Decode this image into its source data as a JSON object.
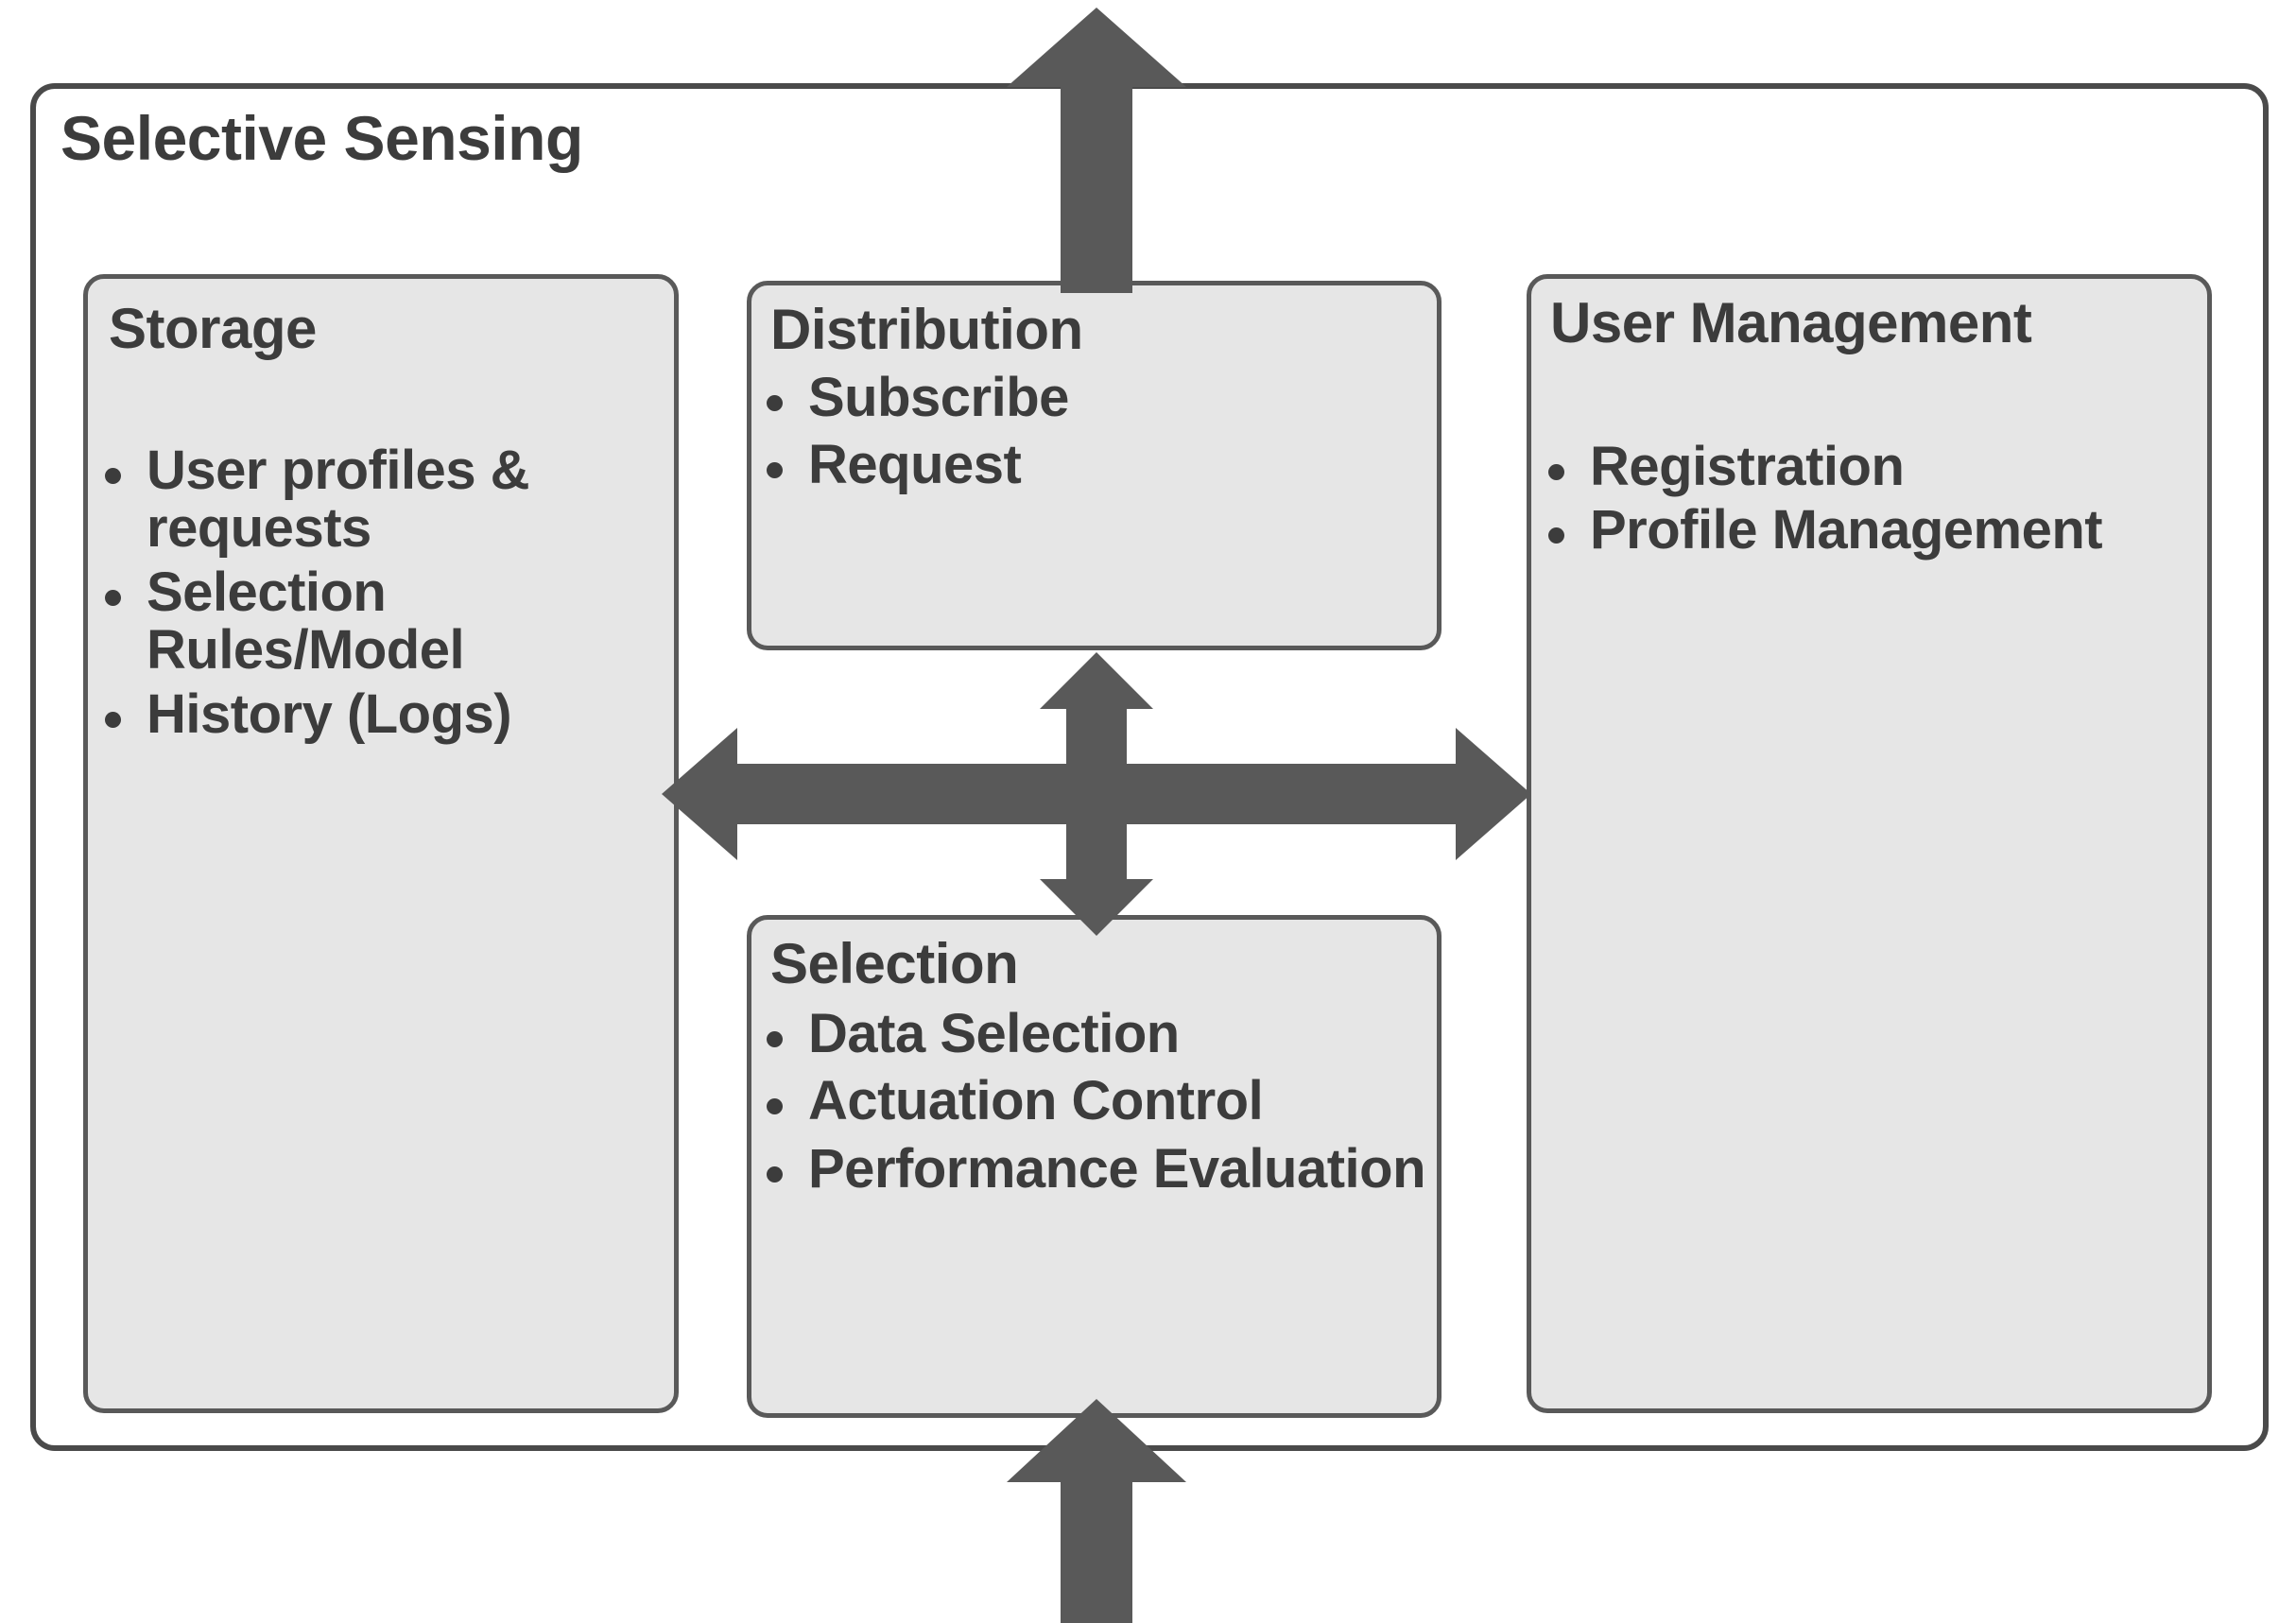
{
  "diagram": {
    "title": "Selective Sensing",
    "colors": {
      "box_fill": "#e6e6e6",
      "box_border": "#595959",
      "frame_border": "#4a4a4a",
      "arrow_fill": "#595959",
      "text": "#3c3c3c",
      "background": "#ffffff"
    },
    "modules": [
      {
        "id": "storage",
        "title": "Storage",
        "items": [
          "User profiles & requests",
          "Selection Rules/Model",
          "History (Logs)"
        ]
      },
      {
        "id": "distribution",
        "title": "Distribution",
        "items": [
          "Subscribe",
          "Request"
        ]
      },
      {
        "id": "selection",
        "title": "Selection",
        "items": [
          "Data Selection",
          "Actuation Control",
          "Performance Evaluation"
        ]
      },
      {
        "id": "user-management",
        "title": "User Management",
        "items": [
          "Registration",
          "Profile Management"
        ]
      }
    ],
    "arrows": [
      {
        "id": "top-outbound",
        "direction": "up",
        "from": "distribution",
        "to": "outside-top"
      },
      {
        "id": "bottom-inbound",
        "direction": "up",
        "from": "outside-bottom",
        "to": "selection"
      },
      {
        "id": "cross-bidirectional",
        "direction": "four-way",
        "connects": [
          "storage",
          "distribution",
          "selection",
          "user-management"
        ]
      }
    ]
  }
}
